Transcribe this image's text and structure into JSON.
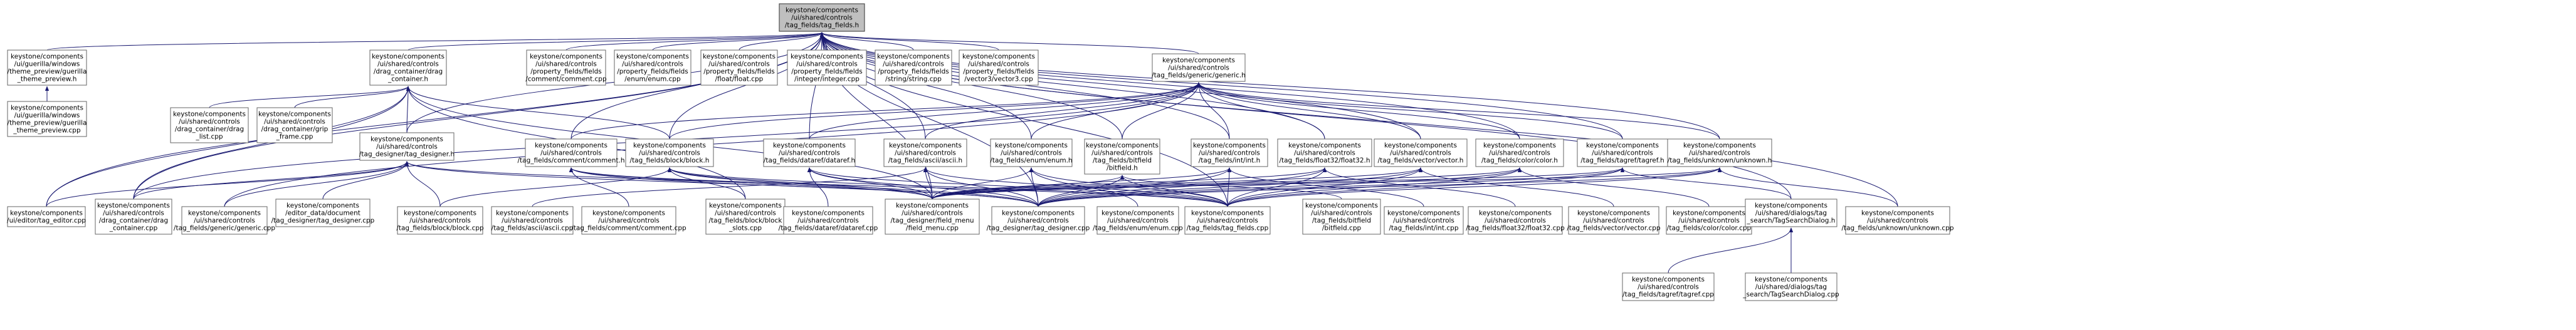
{
  "colors": {
    "edge": "#191970",
    "root_fill": "#bfbfbf",
    "node_fill": "#ffffff",
    "node_border": "#666666"
  },
  "nodes": [
    {
      "id": "root",
      "lines": [
        "keystone/components",
        "/ui/shared/controls",
        "/tag_fields/tag_fields.h"
      ]
    },
    {
      "id": "guerilla_preview_h",
      "lines": [
        "keystone/components",
        "/ui/guerilla/windows",
        "/theme_preview/guerilla",
        "_theme_preview.h"
      ]
    },
    {
      "id": "guerilla_preview_cpp",
      "lines": [
        "keystone/components",
        "/ui/guerilla/windows",
        "/theme_preview/guerilla",
        "_theme_preview.cpp"
      ]
    },
    {
      "id": "drag_container_h",
      "lines": [
        "keystone/components",
        "/ui/shared/controls",
        "/drag_container/drag",
        "_container.h"
      ]
    },
    {
      "id": "comment_cpp_pf",
      "lines": [
        "keystone/components",
        "/ui/shared/controls",
        "/property_fields/fields",
        "/comment/comment.cpp"
      ]
    },
    {
      "id": "enum_cpp_pf",
      "lines": [
        "keystone/components",
        "/ui/shared/controls",
        "/property_fields/fields",
        "/enum/enum.cpp"
      ]
    },
    {
      "id": "float_cpp_pf",
      "lines": [
        "keystone/components",
        "/ui/shared/controls",
        "/property_fields/fields",
        "/float/float.cpp"
      ]
    },
    {
      "id": "integer_cpp_pf",
      "lines": [
        "keystone/components",
        "/ui/shared/controls",
        "/property_fields/fields",
        "/integer/integer.cpp"
      ]
    },
    {
      "id": "string_cpp_pf",
      "lines": [
        "keystone/components",
        "/ui/shared/controls",
        "/property_fields/fields",
        "/string/string.cpp"
      ]
    },
    {
      "id": "vector3_cpp_pf",
      "lines": [
        "keystone/components",
        "/ui/shared/controls",
        "/property_fields/fields",
        "/vector3/vector3.cpp"
      ]
    },
    {
      "id": "generic_h",
      "lines": [
        "keystone/components",
        "/ui/shared/controls",
        "/tag_fields/generic/generic.h"
      ]
    },
    {
      "id": "drag_list_cpp",
      "lines": [
        "keystone/components",
        "/ui/shared/controls",
        "/drag_container/drag",
        "_list.cpp"
      ]
    },
    {
      "id": "grip_frame_cpp",
      "lines": [
        "keystone/components",
        "/ui/shared/controls",
        "/drag_container/grip",
        "_frame.cpp"
      ]
    },
    {
      "id": "tag_designer_h",
      "lines": [
        "keystone/components",
        "/ui/shared/controls",
        "/tag_designer/tag_designer.h"
      ]
    },
    {
      "id": "comment_h",
      "lines": [
        "keystone/components",
        "/ui/shared/controls",
        "/tag_fields/comment/comment.h"
      ]
    },
    {
      "id": "block_h",
      "lines": [
        "keystone/components",
        "/ui/shared/controls",
        "/tag_fields/block/block.h"
      ]
    },
    {
      "id": "dataref_h",
      "lines": [
        "keystone/components",
        "/ui/shared/controls",
        "/tag_fields/dataref/dataref.h"
      ]
    },
    {
      "id": "ascii_h",
      "lines": [
        "keystone/components",
        "/ui/shared/controls",
        "/tag_fields/ascii/ascii.h"
      ]
    },
    {
      "id": "enum_h",
      "lines": [
        "keystone/components",
        "/ui/shared/controls",
        "/tag_fields/enum/enum.h"
      ]
    },
    {
      "id": "bitfield_h",
      "lines": [
        "keystone/components",
        "/ui/shared/controls",
        "/tag_fields/bitfield",
        "/bitfield.h"
      ]
    },
    {
      "id": "int_h",
      "lines": [
        "keystone/components",
        "/ui/shared/controls",
        "/tag_fields/int/int.h"
      ]
    },
    {
      "id": "float32_h",
      "lines": [
        "keystone/components",
        "/ui/shared/controls",
        "/tag_fields/float32/float32.h"
      ]
    },
    {
      "id": "vector_h",
      "lines": [
        "keystone/components",
        "/ui/shared/controls",
        "/tag_fields/vector/vector.h"
      ]
    },
    {
      "id": "color_h",
      "lines": [
        "keystone/components",
        "/ui/shared/controls",
        "/tag_fields/color/color.h"
      ]
    },
    {
      "id": "tagref_h",
      "lines": [
        "keystone/components",
        "/ui/shared/controls",
        "/tag_fields/tagref/tagref.h"
      ]
    },
    {
      "id": "unknown_h",
      "lines": [
        "keystone/components",
        "/ui/shared/controls",
        "/tag_fields/unknown/unknown.h"
      ]
    },
    {
      "id": "tag_editor_cpp",
      "lines": [
        "keystone/components",
        "/ui/editor/tag_editor.cpp"
      ]
    },
    {
      "id": "drag_container_cpp",
      "lines": [
        "keystone/components",
        "/ui/shared/controls",
        "/drag_container/drag",
        "_container.cpp"
      ]
    },
    {
      "id": "generic_cpp",
      "lines": [
        "keystone/components",
        "/ui/shared/controls",
        "/tag_fields/generic/generic.cpp"
      ]
    },
    {
      "id": "doc_tag_designer_cpp",
      "lines": [
        "keystone/components",
        "/editor_data/document",
        "/tag_designer/tag_designer.cpp"
      ]
    },
    {
      "id": "block_cpp",
      "lines": [
        "keystone/components",
        "/ui/shared/controls",
        "/tag_fields/block/block.cpp"
      ]
    },
    {
      "id": "ascii_cpp",
      "lines": [
        "keystone/components",
        "/ui/shared/controls",
        "/tag_fields/ascii/ascii.cpp"
      ]
    },
    {
      "id": "comment_cpp",
      "lines": [
        "keystone/components",
        "/ui/shared/controls",
        "/tag_fields/comment/comment.cpp"
      ]
    },
    {
      "id": "block_slots_cpp",
      "lines": [
        "keystone/components",
        "/ui/shared/controls",
        "/tag_fields/block/block",
        "_slots.cpp"
      ]
    },
    {
      "id": "dataref_cpp",
      "lines": [
        "keystone/components",
        "/ui/shared/controls",
        "/tag_fields/dataref/dataref.cpp"
      ]
    },
    {
      "id": "field_menu_cpp",
      "lines": [
        "keystone/components",
        "/ui/shared/controls",
        "/tag_designer/field_menu",
        "/field_menu.cpp"
      ]
    },
    {
      "id": "tag_designer_cpp",
      "lines": [
        "keystone/components",
        "/ui/shared/controls",
        "/tag_designer/tag_designer.cpp"
      ]
    },
    {
      "id": "enum_cpp",
      "lines": [
        "keystone/components",
        "/ui/shared/controls",
        "/tag_fields/enum/enum.cpp"
      ]
    },
    {
      "id": "tag_fields_cpp",
      "lines": [
        "keystone/components",
        "/ui/shared/controls",
        "/tag_fields/tag_fields.cpp"
      ]
    },
    {
      "id": "bitfield_cpp",
      "lines": [
        "keystone/components",
        "/ui/shared/controls",
        "/tag_fields/bitfield",
        "/bitfield.cpp"
      ]
    },
    {
      "id": "int_cpp",
      "lines": [
        "keystone/components",
        "/ui/shared/controls",
        "/tag_fields/int/int.cpp"
      ]
    },
    {
      "id": "float32_cpp",
      "lines": [
        "keystone/components",
        "/ui/shared/controls",
        "/tag_fields/float32/float32.cpp"
      ]
    },
    {
      "id": "vector_cpp",
      "lines": [
        "keystone/components",
        "/ui/shared/controls",
        "/tag_fields/vector/vector.cpp"
      ]
    },
    {
      "id": "color_cpp",
      "lines": [
        "keystone/components",
        "/ui/shared/controls",
        "/tag_fields/color/color.cpp"
      ]
    },
    {
      "id": "tag_search_dialog_h",
      "lines": [
        "keystone/components",
        "/ui/shared/dialogs/tag",
        "_search/TagSearchDialog.h"
      ]
    },
    {
      "id": "unknown_cpp",
      "lines": [
        "keystone/components",
        "/ui/shared/controls",
        "/tag_fields/unknown/unknown.cpp"
      ]
    },
    {
      "id": "tagref_cpp",
      "lines": [
        "keystone/components",
        "/ui/shared/controls",
        "/tag_fields/tagref/tagref.cpp"
      ]
    },
    {
      "id": "tag_search_dialog_cpp",
      "lines": [
        "keystone/components",
        "/ui/shared/dialogs/tag",
        "_search/TagSearchDialog.cpp"
      ]
    }
  ],
  "edges": [
    [
      "guerilla_preview_h",
      "root"
    ],
    [
      "drag_container_h",
      "root"
    ],
    [
      "comment_cpp_pf",
      "root"
    ],
    [
      "enum_cpp_pf",
      "root"
    ],
    [
      "float_cpp_pf",
      "root"
    ],
    [
      "integer_cpp_pf",
      "root"
    ],
    [
      "string_cpp_pf",
      "root"
    ],
    [
      "vector3_cpp_pf",
      "root"
    ],
    [
      "generic_h",
      "root"
    ],
    [
      "tag_designer_h",
      "root"
    ],
    [
      "comment_h",
      "root"
    ],
    [
      "block_h",
      "root"
    ],
    [
      "dataref_h",
      "root"
    ],
    [
      "ascii_h",
      "root"
    ],
    [
      "enum_h",
      "root"
    ],
    [
      "bitfield_h",
      "root"
    ],
    [
      "int_h",
      "root"
    ],
    [
      "float32_h",
      "root"
    ],
    [
      "vector_h",
      "root"
    ],
    [
      "color_h",
      "root"
    ],
    [
      "tagref_h",
      "root"
    ],
    [
      "unknown_h",
      "root"
    ],
    [
      "tag_editor_cpp",
      "root"
    ],
    [
      "drag_container_cpp",
      "root"
    ],
    [
      "tag_designer_cpp",
      "root"
    ],
    [
      "tag_fields_cpp",
      "root"
    ],
    [
      "field_menu_cpp",
      "root"
    ],
    [
      "tag_search_dialog_h",
      "root"
    ],
    [
      "unknown_cpp",
      "root"
    ],
    [
      "guerilla_preview_cpp",
      "guerilla_preview_h"
    ],
    [
      "drag_list_cpp",
      "drag_container_h"
    ],
    [
      "grip_frame_cpp",
      "drag_container_h"
    ],
    [
      "tag_designer_h",
      "drag_container_h"
    ],
    [
      "drag_container_cpp",
      "drag_container_h"
    ],
    [
      "tag_editor_cpp",
      "drag_container_h"
    ],
    [
      "block_h",
      "drag_container_h"
    ],
    [
      "block_slots_cpp",
      "drag_container_h"
    ],
    [
      "field_menu_cpp",
      "drag_container_h"
    ],
    [
      "generic_cpp",
      "generic_h"
    ],
    [
      "comment_h",
      "generic_h"
    ],
    [
      "block_h",
      "generic_h"
    ],
    [
      "dataref_h",
      "generic_h"
    ],
    [
      "ascii_h",
      "generic_h"
    ],
    [
      "enum_h",
      "generic_h"
    ],
    [
      "bitfield_h",
      "generic_h"
    ],
    [
      "int_h",
      "generic_h"
    ],
    [
      "float32_h",
      "generic_h"
    ],
    [
      "vector_h",
      "generic_h"
    ],
    [
      "color_h",
      "generic_h"
    ],
    [
      "tagref_h",
      "generic_h"
    ],
    [
      "unknown_h",
      "generic_h"
    ],
    [
      "drag_container_cpp",
      "generic_h"
    ],
    [
      "tag_editor_cpp",
      "tag_designer_h"
    ],
    [
      "drag_container_cpp",
      "tag_designer_h"
    ],
    [
      "generic_cpp",
      "tag_designer_h"
    ],
    [
      "doc_tag_designer_cpp",
      "tag_designer_h"
    ],
    [
      "block_cpp",
      "tag_designer_h"
    ],
    [
      "field_menu_cpp",
      "tag_designer_h"
    ],
    [
      "tag_designer_cpp",
      "tag_designer_h"
    ],
    [
      "comment_cpp",
      "comment_h"
    ],
    [
      "tag_designer_cpp",
      "comment_h"
    ],
    [
      "tag_fields_cpp",
      "comment_h"
    ],
    [
      "field_menu_cpp",
      "comment_h"
    ],
    [
      "block_cpp",
      "block_h"
    ],
    [
      "block_slots_cpp",
      "block_h"
    ],
    [
      "tag_designer_cpp",
      "block_h"
    ],
    [
      "tag_fields_cpp",
      "block_h"
    ],
    [
      "field_menu_cpp",
      "block_h"
    ],
    [
      "dataref_cpp",
      "dataref_h"
    ],
    [
      "tag_designer_cpp",
      "dataref_h"
    ],
    [
      "tag_fields_cpp",
      "dataref_h"
    ],
    [
      "field_menu_cpp",
      "dataref_h"
    ],
    [
      "ascii_cpp",
      "ascii_h"
    ],
    [
      "tag_designer_cpp",
      "ascii_h"
    ],
    [
      "tag_fields_cpp",
      "ascii_h"
    ],
    [
      "field_menu_cpp",
      "ascii_h"
    ],
    [
      "enum_cpp",
      "enum_h"
    ],
    [
      "tag_designer_cpp",
      "enum_h"
    ],
    [
      "tag_fields_cpp",
      "enum_h"
    ],
    [
      "field_menu_cpp",
      "enum_h"
    ],
    [
      "bitfield_cpp",
      "bitfield_h"
    ],
    [
      "tag_designer_cpp",
      "bitfield_h"
    ],
    [
      "tag_fields_cpp",
      "bitfield_h"
    ],
    [
      "field_menu_cpp",
      "bitfield_h"
    ],
    [
      "int_cpp",
      "int_h"
    ],
    [
      "tag_designer_cpp",
      "int_h"
    ],
    [
      "tag_fields_cpp",
      "int_h"
    ],
    [
      "field_menu_cpp",
      "int_h"
    ],
    [
      "float32_cpp",
      "float32_h"
    ],
    [
      "tag_designer_cpp",
      "float32_h"
    ],
    [
      "tag_fields_cpp",
      "float32_h"
    ],
    [
      "field_menu_cpp",
      "float32_h"
    ],
    [
      "vector_cpp",
      "vector_h"
    ],
    [
      "tag_designer_cpp",
      "vector_h"
    ],
    [
      "tag_fields_cpp",
      "vector_h"
    ],
    [
      "field_menu_cpp",
      "vector_h"
    ],
    [
      "color_cpp",
      "color_h"
    ],
    [
      "tag_designer_cpp",
      "color_h"
    ],
    [
      "tag_fields_cpp",
      "color_h"
    ],
    [
      "field_menu_cpp",
      "color_h"
    ],
    [
      "tag_search_dialog_h",
      "tagref_h"
    ],
    [
      "tag_designer_cpp",
      "tagref_h"
    ],
    [
      "tag_fields_cpp",
      "tagref_h"
    ],
    [
      "field_menu_cpp",
      "tagref_h"
    ],
    [
      "unknown_cpp",
      "unknown_h"
    ],
    [
      "tag_designer_cpp",
      "unknown_h"
    ],
    [
      "tag_fields_cpp",
      "unknown_h"
    ],
    [
      "field_menu_cpp",
      "unknown_h"
    ],
    [
      "tagref_cpp",
      "tag_search_dialog_h"
    ],
    [
      "tag_search_dialog_cpp",
      "tag_search_dialog_h"
    ]
  ]
}
